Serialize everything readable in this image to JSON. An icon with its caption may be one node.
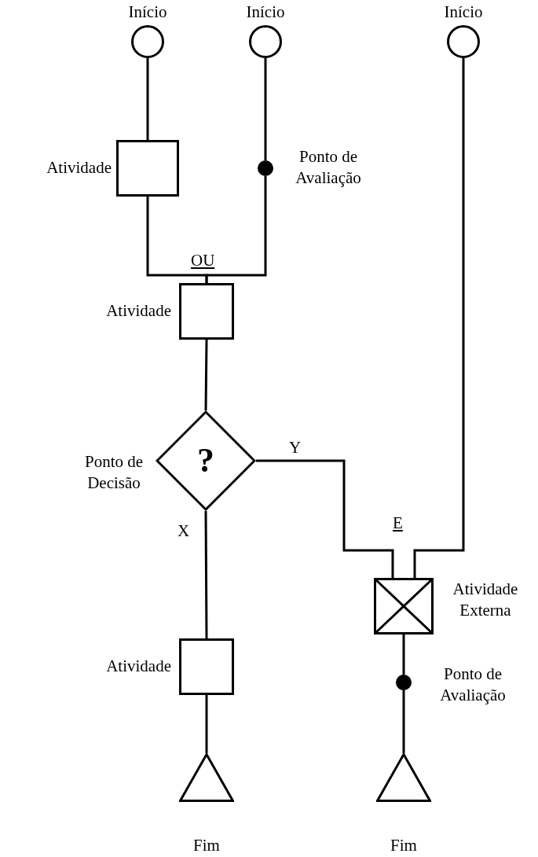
{
  "diagram": {
    "nodes": [
      {
        "text": [],
        "shape": "circle",
        "beside": [
          "Início"
        ]
      },
      {
        "text": [],
        "shape": "circle",
        "beside": [
          "Início"
        ]
      },
      {
        "text": [],
        "shape": "circle",
        "beside": [
          "Início"
        ]
      },
      {
        "text": [],
        "shape": "box",
        "beside": [
          "Atividade"
        ]
      },
      {
        "text": [],
        "shape": "dot",
        "beside": [
          "Ponto de Avaliação"
        ]
      },
      {
        "text": [],
        "shape": "box",
        "beside": [
          "Atividade"
        ]
      },
      {
        "text": [
          "?"
        ],
        "beside": [
          "Ponto de Decisão"
        ]
      },
      {
        "text": [],
        "shape": "box",
        "beside": [
          "Atividade"
        ]
      },
      {
        "text": [],
        "shape": "triangle",
        "beside": [
          "Fim"
        ]
      },
      {
        "text": [],
        "shape": "crossed-box",
        "beside": [
          "Atividade Externa"
        ]
      },
      {
        "text": [],
        "shape": "dot",
        "beside": [
          "Ponto de Avaliação"
        ]
      },
      {
        "text": [],
        "shape": "triangle",
        "beside": [
          "Fim"
        ]
      }
    ],
    "edges": [
      {
        "from": 0,
        "to": 3,
        "arrow": "none"
      },
      {
        "from": 3,
        "to": 5,
        "arrow": "none"
      },
      {
        "from": 1,
        "to": 4,
        "arrow": "none"
      },
      {
        "from": 4,
        "to": 5,
        "arrow": "none"
      },
      {
        "from": 5,
        "to": 6,
        "arrow": "none"
      },
      {
        "from": 6,
        "to": 7,
        "label": "X",
        "arrow": "none"
      },
      {
        "from": 6,
        "to": 9,
        "label": "Y",
        "arrow": "none"
      },
      {
        "from": 2,
        "to": 9,
        "arrow": "none"
      },
      {
        "from": 7,
        "to": 8,
        "arrow": "none"
      },
      {
        "from": 9,
        "to": 10,
        "arrow": "none"
      },
      {
        "from": 10,
        "to": 11,
        "arrow": "none"
      }
    ],
    "labels": [
      "OU",
      "E"
    ]
  }
}
